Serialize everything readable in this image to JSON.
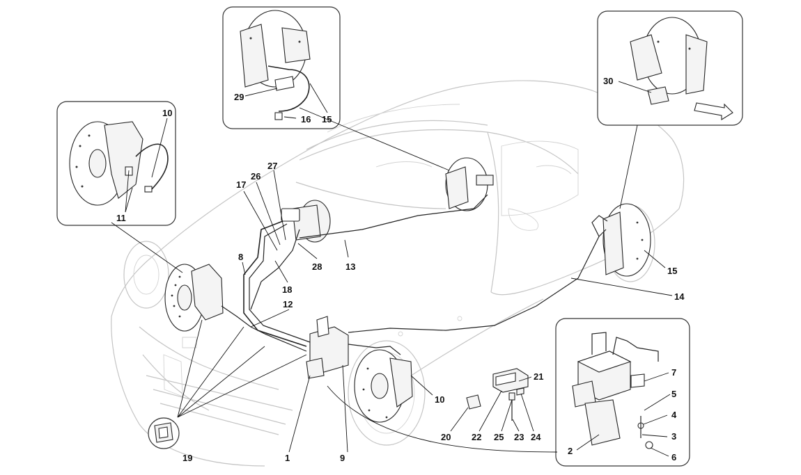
{
  "diagram": {
    "callouts": {
      "c1": "1",
      "c2": "2",
      "c3": "3",
      "c4": "4",
      "c5": "5",
      "c6": "6",
      "c7": "7",
      "c8": "8",
      "c9": "9",
      "c10_front": "10",
      "c10_top": "10",
      "c11": "11",
      "c12": "12",
      "c13": "13",
      "c14": "14",
      "c15_main": "15",
      "c15_top": "15",
      "c16": "16",
      "c17": "17",
      "c18": "18",
      "c19": "19",
      "c20": "20",
      "c21": "21",
      "c22": "22",
      "c23": "23",
      "c24": "24",
      "c25": "25",
      "c26": "26",
      "c27": "27",
      "c28": "28",
      "c29": "29",
      "c30": "30"
    }
  }
}
